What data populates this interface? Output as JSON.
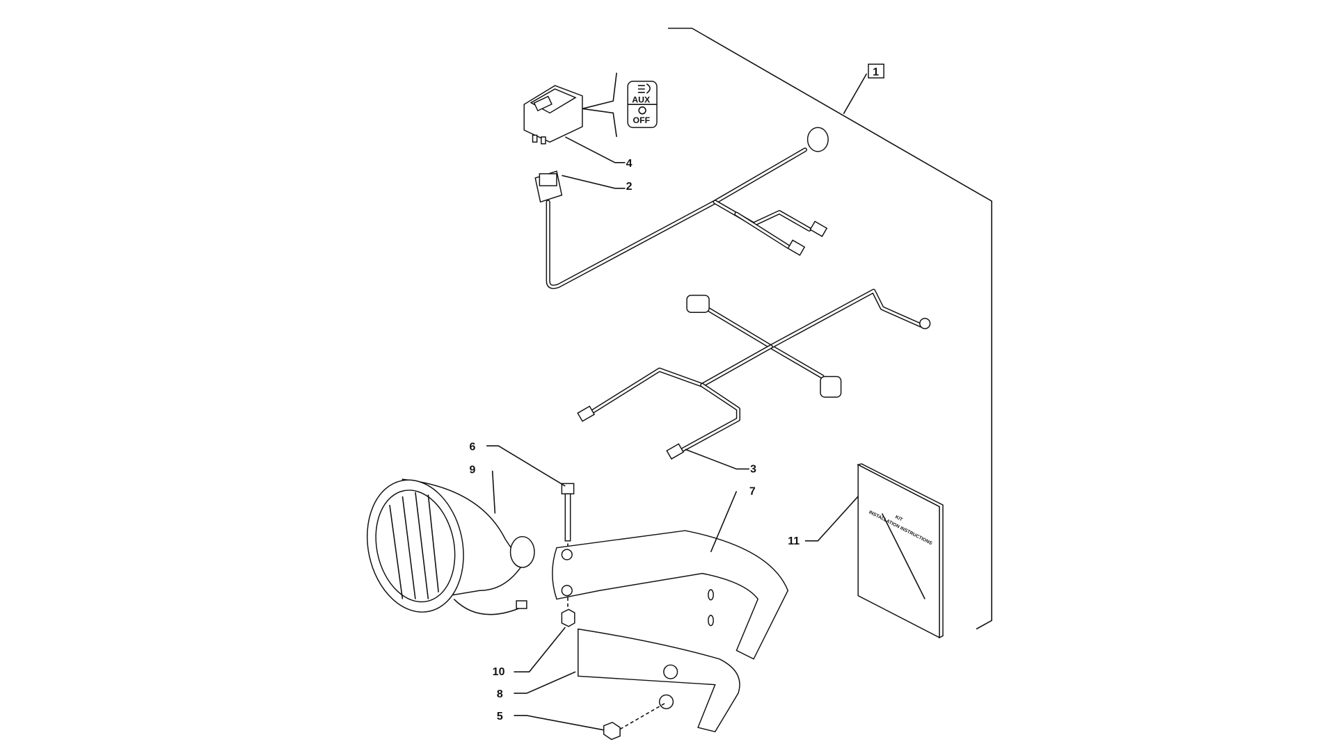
{
  "diagram": {
    "kit_reference": "1",
    "switch_legend": {
      "top": "AUX",
      "bottom": "OFF"
    },
    "manual": {
      "line1": "KIT",
      "line2": "INSTALLATION INSTRUCTIONS"
    },
    "callouts": [
      "2",
      "3",
      "4",
      "5",
      "6",
      "7",
      "8",
      "9",
      "10",
      "11"
    ]
  }
}
